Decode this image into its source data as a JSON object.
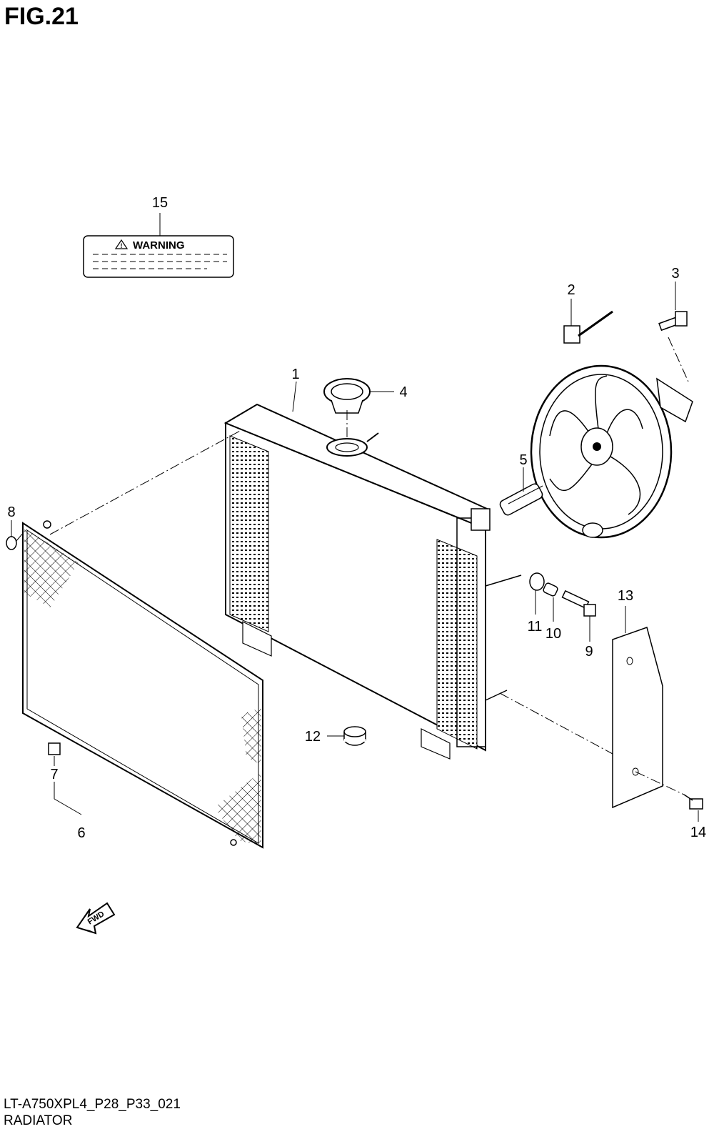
{
  "figure": {
    "title": "FIG.21",
    "code": "LT-A750XPL4_P28_P33_021",
    "name": "RADIATOR"
  },
  "label": {
    "warning_text": "WARNING"
  },
  "direction": {
    "text": "FWD"
  },
  "callouts": [
    "1",
    "2",
    "3",
    "4",
    "5",
    "6",
    "7",
    "8",
    "9",
    "10",
    "11",
    "12",
    "13",
    "14",
    "15"
  ],
  "colors": {
    "ink": "#000000",
    "paper": "#ffffff"
  }
}
